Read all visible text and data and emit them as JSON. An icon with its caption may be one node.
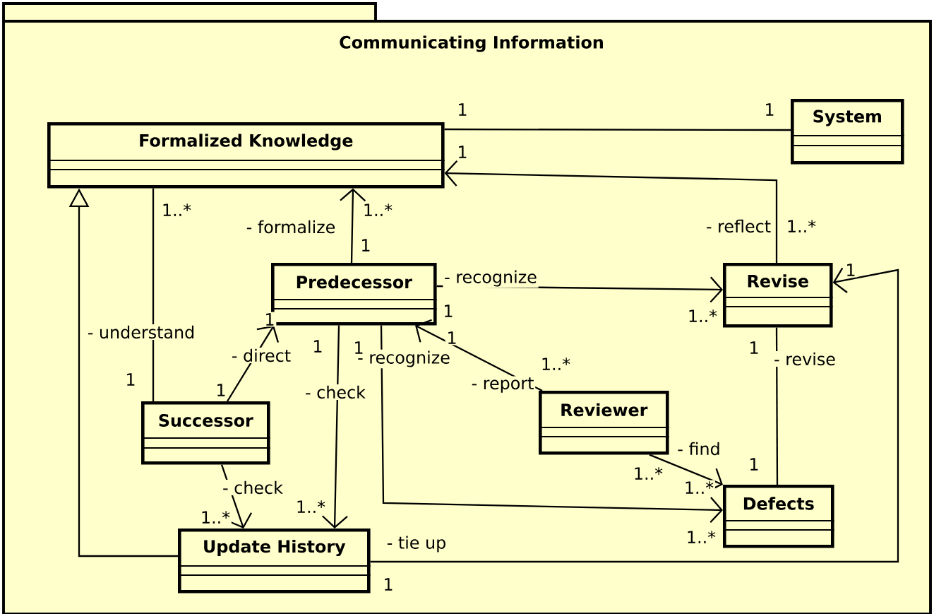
{
  "diagram": {
    "nodes": [
      {
        "text": [
          "Communicating Information"
        ]
      },
      {
        "text": [
          "Formalized Knowledge"
        ],
        "in": 0
      },
      {
        "text": [
          "System"
        ],
        "in": 0
      },
      {
        "text": [
          "Predecessor"
        ],
        "in": 0
      },
      {
        "text": [
          "Revise"
        ],
        "in": 0
      },
      {
        "text": [
          "Successor"
        ],
        "in": 0
      },
      {
        "text": [
          "Reviewer"
        ],
        "in": 0
      },
      {
        "text": [
          "Defects"
        ],
        "in": 0
      },
      {
        "text": [
          "Update History"
        ],
        "in": 0
      }
    ],
    "edges": [
      {
        "from": 1,
        "to": 2,
        "arrow": "none"
      },
      {
        "from": 4,
        "to": 1,
        "arrow": "to",
        "label": "- reflect"
      },
      {
        "from": 3,
        "to": 1,
        "arrow": "to",
        "label": "- formalize"
      },
      {
        "from": 3,
        "to": 4,
        "arrow": "to",
        "label": "- recognize"
      },
      {
        "from": 5,
        "to": 3,
        "arrow": "to",
        "label": "- direct"
      },
      {
        "from": 5,
        "to": 1,
        "arrow": "none",
        "label": "- understand"
      },
      {
        "from": 8,
        "to": 1,
        "arrow": "to"
      },
      {
        "from": 5,
        "to": 8,
        "arrow": "to",
        "label": "- check"
      },
      {
        "from": 3,
        "to": 8,
        "arrow": "to",
        "label": "- check"
      },
      {
        "from": 3,
        "to": 7,
        "arrow": "to",
        "label": "- recognize"
      },
      {
        "from": 6,
        "to": 3,
        "arrow": "to",
        "label": "- report"
      },
      {
        "from": 6,
        "to": 7,
        "arrow": "to",
        "label": "- find"
      },
      {
        "from": 4,
        "to": 7,
        "arrow": "none",
        "label": "- revise"
      },
      {
        "from": 8,
        "to": 4,
        "arrow": "to",
        "label": "- tie up"
      }
    ],
    "labels": [
      "1",
      "1",
      "1",
      "1..*",
      "1..*",
      "1..*",
      "1",
      "1",
      "1",
      "1",
      "1",
      "1",
      "1",
      "1",
      "1",
      "1..*",
      "1",
      "1",
      "1..*",
      "1",
      "1..*",
      "1..*",
      "1..*",
      "1..*",
      "1..*"
    ]
  }
}
